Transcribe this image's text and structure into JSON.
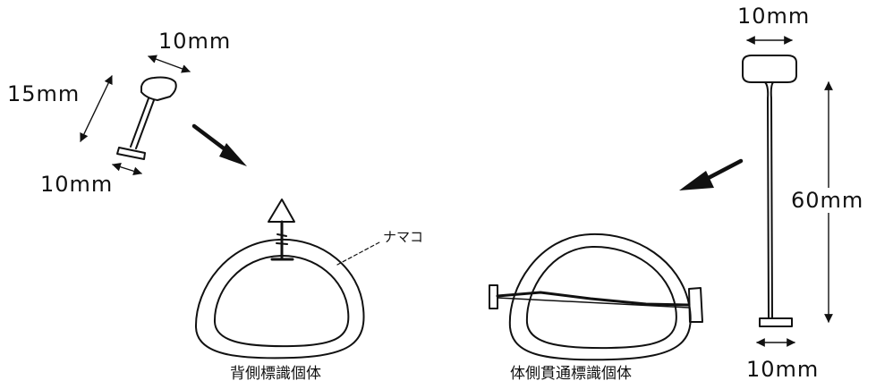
{
  "dimensions": {
    "small_tag_head_width": "10mm",
    "small_tag_length": "15mm",
    "small_tag_foot_width": "10mm",
    "long_tag_head_width": "10mm",
    "long_tag_length": "60mm",
    "long_tag_foot_width": "10mm"
  },
  "labels": {
    "namako": "ナマコ",
    "back_tagged": "背側標識個体",
    "body_pierced_tagged": "体側貫通標識個体"
  }
}
